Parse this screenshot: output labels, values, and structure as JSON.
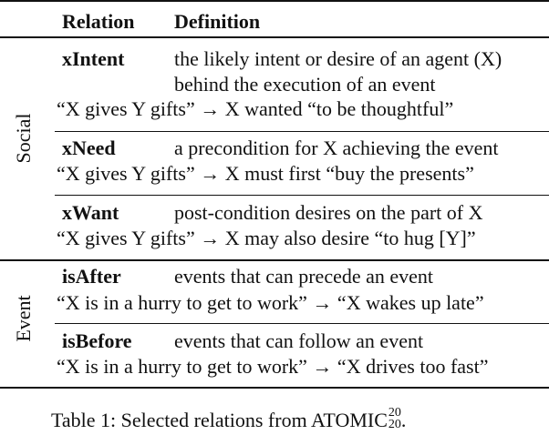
{
  "header": {
    "col1": "Relation",
    "col2": "Definition"
  },
  "groups": {
    "social": "Social",
    "event": "Event"
  },
  "rows": [
    {
      "relation": "xIntent",
      "definition_line1": "the likely intent or desire of an agent (X)",
      "definition_line2": "behind the execution of an event",
      "example": "“X gives Y gifts” → X wanted “to be thoughtful”"
    },
    {
      "relation": "xNeed",
      "definition_line1": "a precondition for X achieving the event",
      "example": "“X gives Y gifts” → X must first “buy the presents”"
    },
    {
      "relation": "xWant",
      "definition_line1": "post-condition desires on the part of X",
      "example": "“X gives Y gifts” → X may also desire “to hug [Y]”"
    },
    {
      "relation": "isAfter",
      "definition_line1": "events that can precede an event",
      "example": "“X is in a hurry to get to work” → “X wakes up late”"
    },
    {
      "relation": "isBefore",
      "definition_line1": "events that can follow an event",
      "example": "“X is in a hurry to get to work” → “X drives too fast”"
    }
  ],
  "caption": {
    "text": "Table 1: Selected relations from ATOMIC",
    "sup": "20",
    "sub": "20",
    "end": "."
  }
}
